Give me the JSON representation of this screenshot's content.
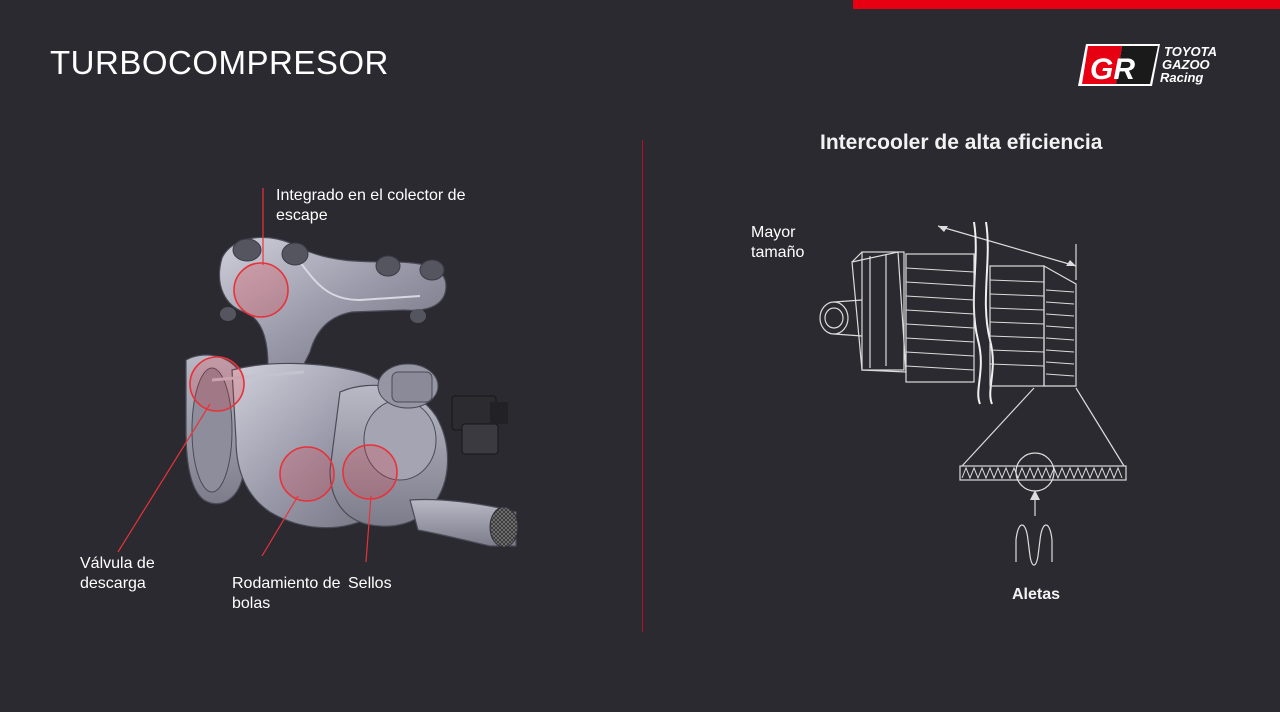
{
  "header": {
    "title": "TURBOCOMPRESOR",
    "logo_text": [
      "TOYOTA",
      "GAZOO",
      "Racing"
    ],
    "logo_mark": "GR"
  },
  "colors": {
    "background": "#2a2a30",
    "accent": "#e60012",
    "highlight": "#e8323a"
  },
  "turbo": {
    "labels": {
      "manifold": "Integrado en el colector de escape",
      "wastegate": "Válvula de descarga",
      "bearing": "Rodamiento de bolas",
      "seals": "Sellos"
    }
  },
  "intercooler": {
    "title": "Intercooler de alta eficiencia",
    "size_label": "Mayor tamaño",
    "fins_label": "Aletas"
  }
}
